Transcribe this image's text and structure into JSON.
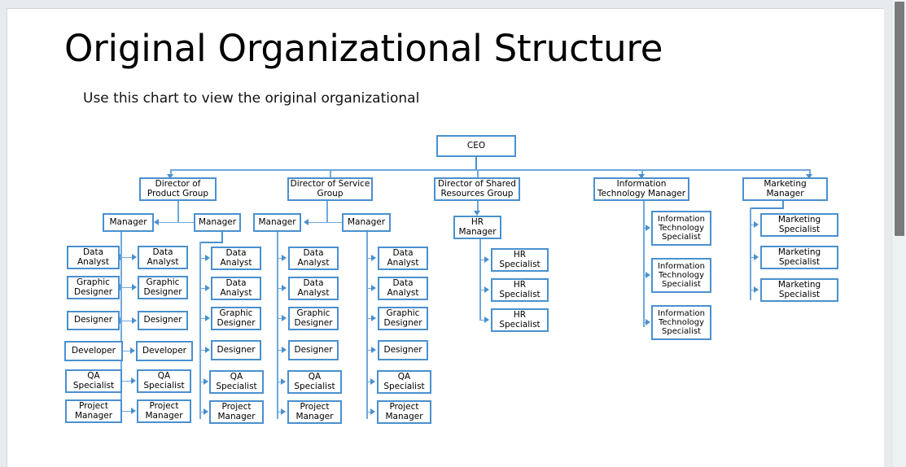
{
  "slide": {
    "title": "Original Organizational Structure",
    "subtitle": "Use this chart to view the original organizational"
  },
  "colors": {
    "node_border": "#4a90cf",
    "connector": "#6fa8dc",
    "slide_background": "#ffffff",
    "app_background": "#e8ebee",
    "scrollbar_thumb": "#7a7a7a"
  },
  "chart_data": {
    "type": "diagram",
    "title": "Original Organizational Structure",
    "root": "CEO",
    "nodes": {
      "ceo": "CEO",
      "director_product": "Director of\nProduct Group",
      "director_service": "Director of Service\nGroup",
      "director_shared": "Director of Shared\nResources Group",
      "it_manager": "Information\nTechnology Manager",
      "marketing_manager": "Marketing\nManager",
      "manager": "Manager",
      "hr_manager": "HR\nManager",
      "hr_specialist": "HR\nSpecialist",
      "it_specialist": "Information\nTechnology\nSpecialist",
      "marketing_specialist": "Marketing\nSpecialist"
    },
    "level2": [
      "Director of Product Group",
      "Director of Service Group",
      "Director of Shared Resources Group",
      "Information Technology Manager",
      "Marketing Manager"
    ],
    "managers": [
      "Manager",
      "Manager",
      "Manager",
      "Manager"
    ],
    "staff_columns": [
      {
        "manager": "Manager",
        "roles": [
          "Data Analyst",
          "Graphic Designer",
          "Designer",
          "Developer",
          "QA Specialist",
          "Project Manager"
        ]
      },
      {
        "manager": "Manager",
        "roles": [
          "Data Analyst",
          "Graphic Designer",
          "Designer",
          "Developer",
          "QA Specialist",
          "Project Manager"
        ]
      },
      {
        "manager": "Manager",
        "roles": [
          "Data Analyst",
          "Data Analyst",
          "Graphic Designer",
          "Designer",
          "QA Specialist",
          "Project Manager"
        ]
      },
      {
        "manager": "Manager",
        "roles": [
          "Data Analyst",
          "Data Analyst",
          "Graphic Designer",
          "Designer",
          "QA Specialist",
          "Project Manager"
        ]
      },
      {
        "manager": "Manager",
        "roles": [
          "Data Analyst",
          "Data Analyst",
          "Graphic Designer",
          "Designer",
          "QA Specialist",
          "Project Manager"
        ]
      }
    ],
    "hr_branch": {
      "head": "HR Manager",
      "reports": [
        "HR Specialist",
        "HR Specialist",
        "HR Specialist"
      ]
    },
    "it_branch": {
      "head": "Information Technology Manager",
      "reports": [
        "Information Technology Specialist",
        "Information Technology Specialist",
        "Information Technology Specialist"
      ]
    },
    "marketing_branch": {
      "head": "Marketing Manager",
      "reports": [
        "Marketing Specialist",
        "Marketing Specialist",
        "Marketing Specialist"
      ]
    }
  },
  "boxes": {
    "ceo": "CEO",
    "d1_l1": "Director of",
    "d1_l2": "Product Group",
    "d2_l1": "Director of Service",
    "d2_l2": "Group",
    "d3_l1": "Director of Shared",
    "d3_l2": "Resources Group",
    "d4_l1": "Information",
    "d4_l2": "Technology Manager",
    "d5_l1": "Marketing",
    "d5_l2": "Manager",
    "manager": "Manager",
    "hr_mgr_l1": "HR",
    "hr_mgr_l2": "Manager",
    "hr_spec_l1": "HR",
    "hr_spec_l2": "Specialist",
    "it_spec_l1": "Information",
    "it_spec_l2": "Technology",
    "it_spec_l3": "Specialist",
    "mk_spec_l1": "Marketing",
    "mk_spec_l2": "Specialist",
    "data_l1": "Data",
    "data_l2": "Analyst",
    "graphic_l1": "Graphic",
    "graphic_l2": "Designer",
    "designer": "Designer",
    "developer": "Developer",
    "qa_l1": "QA",
    "qa_l2": "Specialist",
    "pm_l1": "Project",
    "pm_l2": "Manager"
  }
}
